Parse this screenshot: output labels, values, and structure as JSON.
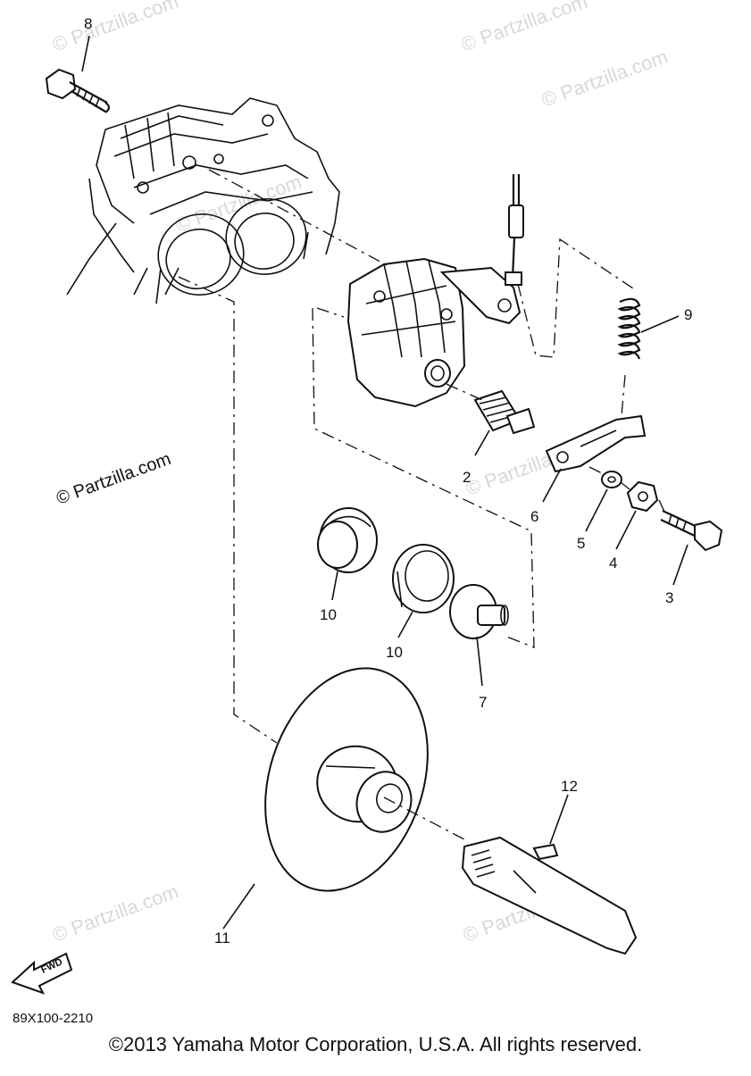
{
  "watermarks": [
    "© Partzilla.com",
    "© Partzilla.com",
    "© Partzilla.com",
    "© Partzilla.com",
    "© Partzilla.com",
    "© Partzilla.com",
    "© Partzilla.com"
  ],
  "watermark_prominent": "© Partzilla.com",
  "part_labels": {
    "p1": "2",
    "p2": "3",
    "p3": "4",
    "p4": "5",
    "p5": "6",
    "p6": "7",
    "p7": "8",
    "p8": "9",
    "p9": "10",
    "p10": "10",
    "p11": "11",
    "p12": "12"
  },
  "fwd_label": "FWD",
  "diagram_code": "89X100-2210",
  "copyright": "©2013  Yamaha Motor Corporation, U.S.A. All rights reserved."
}
